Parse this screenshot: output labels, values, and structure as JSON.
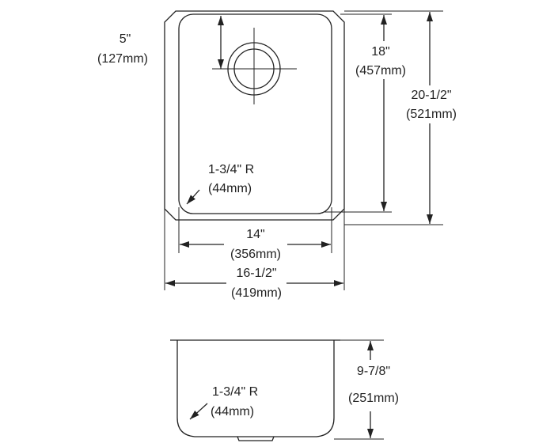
{
  "top_view": {
    "drain_offset": {
      "imperial": "5\"",
      "metric": "(127mm)"
    },
    "bowl_length": {
      "imperial": "18\"",
      "metric": "(457mm)"
    },
    "overall_length": {
      "imperial": "20-1/2\"",
      "metric": "(521mm)"
    },
    "corner_radius": {
      "imperial": "1-3/4\" R",
      "metric": "(44mm)"
    },
    "bowl_width": {
      "imperial": "14\"",
      "metric": "(356mm)"
    },
    "overall_width": {
      "imperial": "16-1/2\"",
      "metric": "(419mm)"
    }
  },
  "side_view": {
    "corner_radius": {
      "imperial": "1-3/4\" R",
      "metric": "(44mm)"
    },
    "depth": {
      "imperial": "9-7/8\"",
      "metric": "(251mm)"
    }
  },
  "colors": {
    "line": "#222222",
    "background": "#ffffff"
  }
}
